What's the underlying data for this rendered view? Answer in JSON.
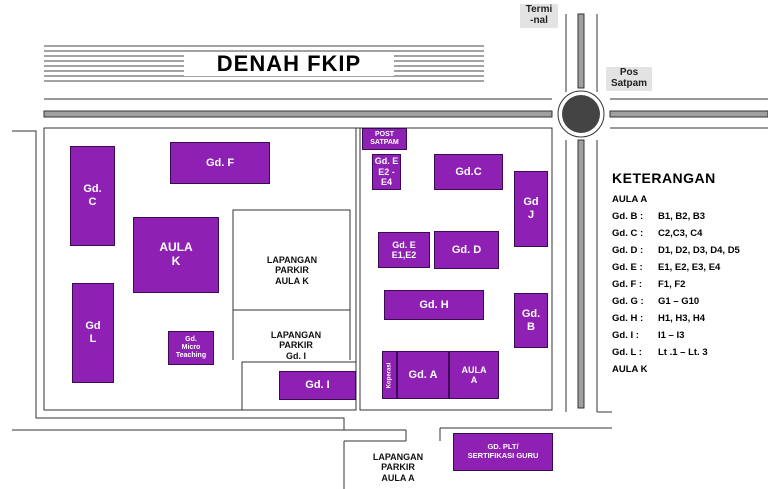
{
  "title": "DENAH FKIP",
  "tags": {
    "terminal": "Termi\n-nal",
    "pos_satpam": "Pos\nSatpam"
  },
  "buildings": {
    "gd_c_left": "Gd.\nC",
    "gd_f": "Gd. F",
    "aula_k": "AULA\nK",
    "gd_l": "Gd\nL",
    "micro": "Gd.\nMicro\nTeaching",
    "gd_i": "Gd. I",
    "post_satpam": "POST\nSATPAM",
    "gd_e_top": "Gd. E\nE2 - E4",
    "gd_c_right": "Gd.C",
    "gd_j": "Gd\nJ",
    "gd_e_mid": "Gd. E\nE1,E2",
    "gd_d": "Gd. D",
    "gd_h": "Gd. H",
    "gd_b": "Gd.\nB",
    "koperasi": "Koperasi",
    "gd_a": "Gd. A",
    "aula_a": "AULA\nA",
    "gd_plt": "GD. PLT/\nSERTIFIKASI GURU"
  },
  "areas": {
    "parkir_aula_k": "LAPANGAN\nPARKIR\nAULA K",
    "parkir_gd_i": "LAPANGAN\nPARKIR\nGd. I",
    "parkir_aula_a": "LAPANGAN\nPARKIR\nAULA A"
  },
  "legend": {
    "heading": "KETERANGAN",
    "first": "AULA A",
    "rows": [
      {
        "key": "Gd. B :",
        "value": "B1, B2, B3"
      },
      {
        "key": "Gd. C :",
        "value": "C2,C3, C4"
      },
      {
        "key": "Gd. D :",
        "value": "D1, D2, D3, D4, D5"
      },
      {
        "key": "Gd. E :",
        "value": "E1, E2, E3, E4"
      },
      {
        "key": "Gd. F :",
        "value": "F1, F2"
      },
      {
        "key": "Gd. G :",
        "value": "G1 – G10"
      },
      {
        "key": "Gd. H :",
        "value": "H1, H3, H4"
      },
      {
        "key": "Gd. I   :",
        "value": "I1 – I3"
      },
      {
        "key": "Gd. L :",
        "value": "Lt .1 – Lt. 3"
      }
    ],
    "last": "AULA  K"
  },
  "colors": {
    "building_fill": "#8e21b4",
    "road": "#9a9a9a",
    "roundabout": "#444444"
  }
}
